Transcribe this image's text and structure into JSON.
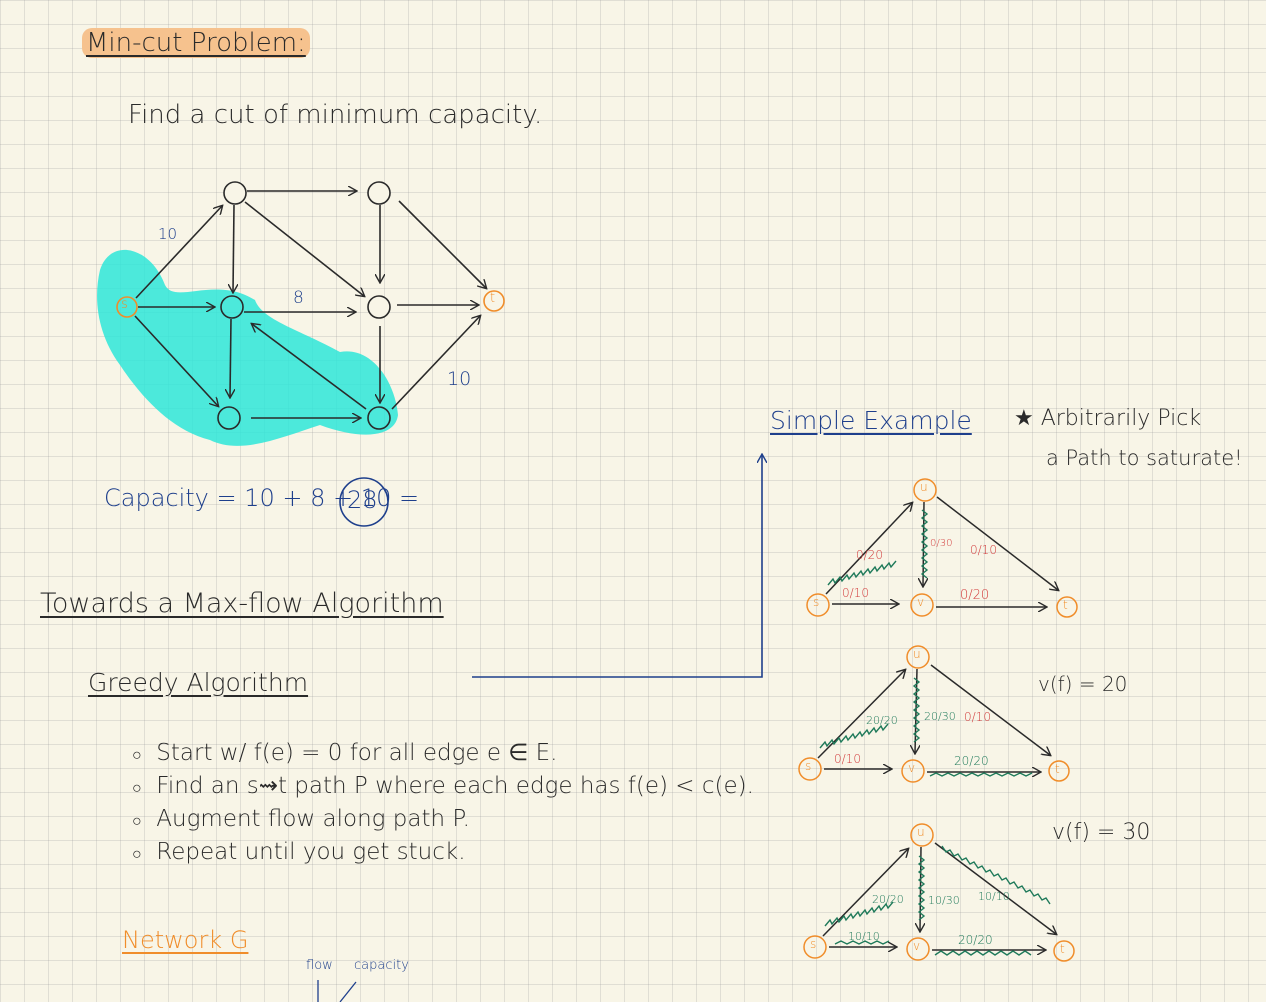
{
  "mincut": {
    "title": "Min-cut Problem:",
    "subtitle": "Find a cut of minimum capacity.",
    "edge_labels": [
      "10",
      "8",
      "10"
    ],
    "capacity_text": "Capacity = 10 + 8 + 10 =",
    "capacity_result": "28"
  },
  "towards": {
    "heading": "Towards a Max-flow Algorithm",
    "greedy_title": "Greedy Algorithm",
    "bullets": [
      "Start w/ f(e) = 0 for all edge e ∈ E.",
      "Find an s⇝t path P where each edge has f(e) < c(e).",
      "Augment flow along path P.",
      "Repeat until you get stuck."
    ],
    "network_label": "Network G",
    "flow_label": "flow",
    "capacity_label": "capacity"
  },
  "example": {
    "title": "Simple Example",
    "note_line1": "★ Arbitrarily Pick",
    "note_line2": "a Path to saturate!",
    "vf1": "v(f) = 20",
    "vf2": "v(f) = 30",
    "node_labels": {
      "s": "s",
      "u": "u",
      "v": "v",
      "t": "t"
    },
    "diagram1": {
      "su": "0/20",
      "uv": "0/30",
      "ut": "0/10",
      "sv": "0/10",
      "vt": "0/20"
    },
    "diagram2": {
      "su": "20/20",
      "uv": "20/30",
      "ut": "0/10",
      "sv": "0/10",
      "vt": "20/20"
    },
    "diagram3": {
      "su": "20/20",
      "uv": "10/30",
      "ut": "10/10",
      "sv": "10/10",
      "vt": "20/20"
    }
  },
  "colors": {
    "ink": "#2a2a2a",
    "blue": "#1e3f8c",
    "orange": "#f08d2a",
    "cyan": "#2ee6d8",
    "green": "#1f7a5a",
    "red": "#d23c3c"
  }
}
